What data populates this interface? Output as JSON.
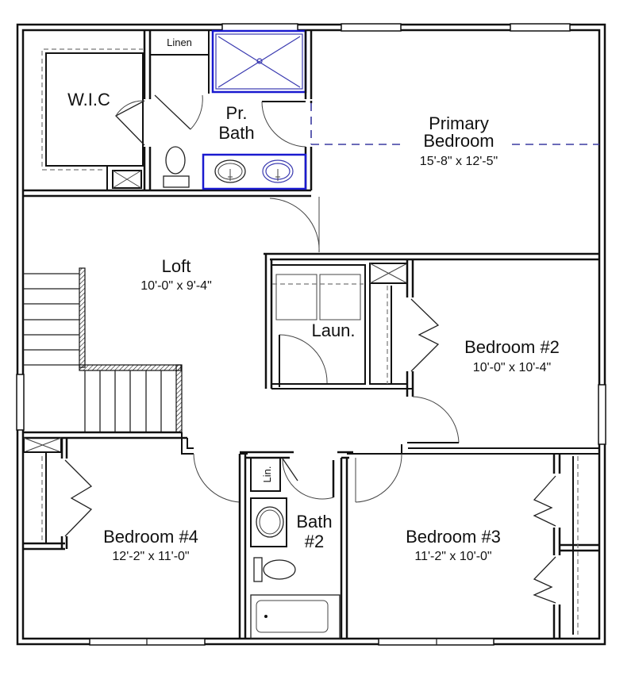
{
  "plan": {
    "rooms": {
      "wic": {
        "name": "W.I.C"
      },
      "linen": {
        "name": "Linen"
      },
      "primary_bath": {
        "name_line1": "Pr.",
        "name_line2": "Bath"
      },
      "primary_bedroom": {
        "name_line1": "Primary",
        "name_line2": "Bedroom",
        "dimensions": "15'-8\" x 12'-5\""
      },
      "loft": {
        "name": "Loft",
        "dimensions": "10'-0\" x 9'-4\""
      },
      "laundry": {
        "name": "Laun."
      },
      "bedroom2": {
        "name": "Bedroom #2",
        "dimensions": "10'-0\" x 10'-4\""
      },
      "bedroom3": {
        "name": "Bedroom #3",
        "dimensions": "11'-2\" x 10'-0\""
      },
      "bedroom4": {
        "name": "Bedroom #4",
        "dimensions": "12'-2\" x 11'-0\""
      },
      "bath2": {
        "name_line1": "Bath",
        "name_line2": "#2"
      },
      "lin": {
        "name": "Lin."
      }
    },
    "colors": {
      "wall": "#111111",
      "plumbing_highlight": "#1a1ad0",
      "ceiling_line": "#3a3aa0"
    }
  }
}
